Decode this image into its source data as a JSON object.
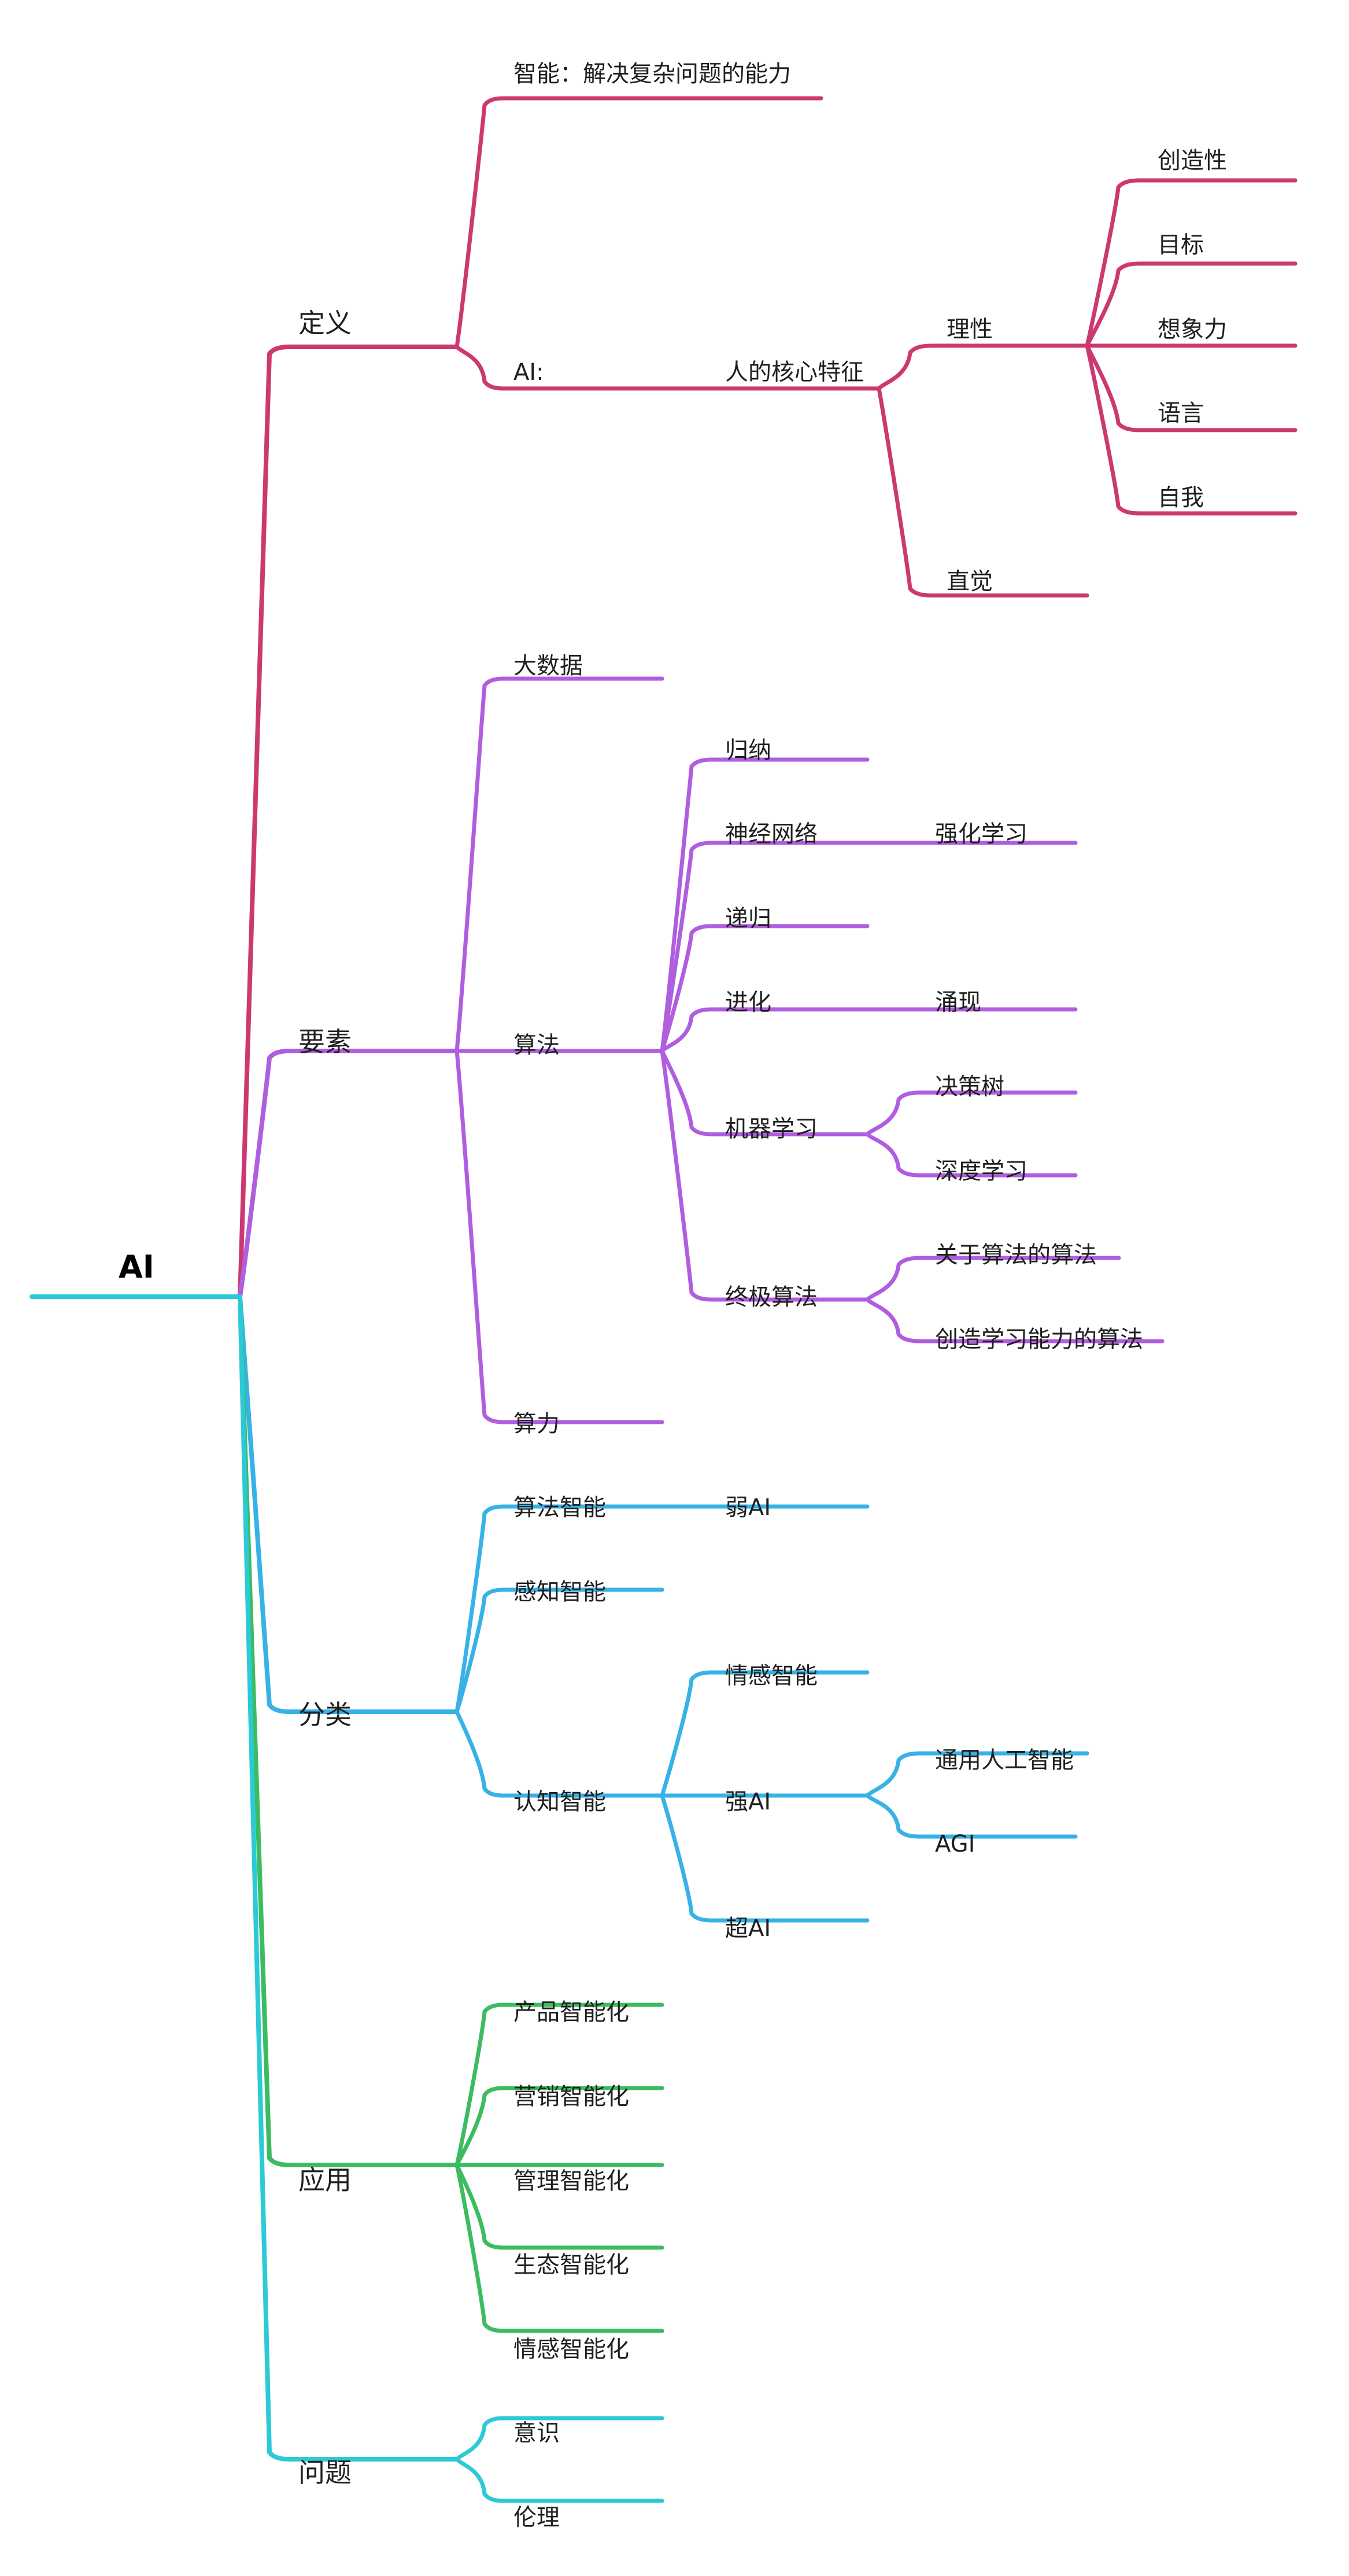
{
  "colors": {
    "definition": "#cc3870",
    "elements": "#b05ee0",
    "classification": "#37b2e6",
    "application": "#3cbc60",
    "issues": "#2bcad6",
    "root": "#2bcad6",
    "text": "#1f1f1f"
  },
  "mindmap": {
    "root": "AI",
    "definition": {
      "label": "定义",
      "intelligence": "智能：解决复杂问题的能力",
      "ai": {
        "label": "AI:",
        "core": "人的核心特征",
        "rationality": "理性",
        "rationality_items": [
          "创造性",
          "目标",
          "想象力",
          "语言",
          "自我"
        ],
        "intuition": "直觉"
      }
    },
    "elements": {
      "label": "要素",
      "bigdata": "大数据",
      "algorithm": {
        "label": "算法",
        "induction": "归纳",
        "neural": "神经网络",
        "reinforcement": "强化学习",
        "recursion": "递归",
        "evolution": "进化",
        "emergence": "涌现",
        "ml": "机器学习",
        "decision_tree": "决策树",
        "deep_learning": "深度学习",
        "ultimate": "终极算法",
        "about_algo": "关于算法的算法",
        "create_algo": "创造学习能力的算法"
      },
      "compute": "算力"
    },
    "classification": {
      "label": "分类",
      "algo_intel": "算法智能",
      "weak_ai": "弱AI",
      "perception": "感知智能",
      "cognition": {
        "label": "认知智能",
        "emotion": "情感智能",
        "strong_ai": "强AI",
        "general": "通用人工智能",
        "agi": "AGI",
        "super_ai": "超AI"
      }
    },
    "application": {
      "label": "应用",
      "items": [
        "产品智能化",
        "营销智能化",
        "管理智能化",
        "生态智能化",
        "情感智能化"
      ]
    },
    "issues": {
      "label": "问题",
      "items": [
        "意识",
        "伦理"
      ]
    }
  }
}
